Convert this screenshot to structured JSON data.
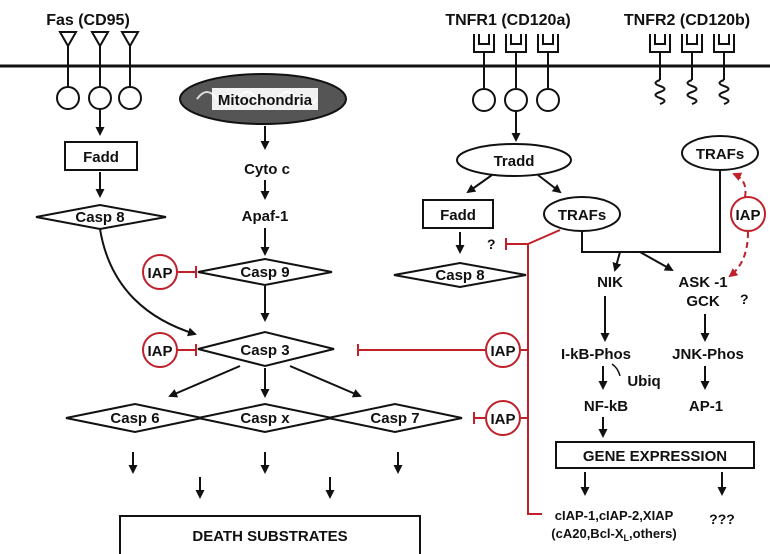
{
  "receptors": {
    "fas": "Fas (CD95)",
    "tnfr1": "TNFR1 (CD120a)",
    "tnfr2": "TNFR2 (CD120b)"
  },
  "nodes": {
    "mitochondria": "Mitochondria",
    "fadd_left": "Fadd",
    "casp8_left": "Casp 8",
    "cyto_c": "Cyto c",
    "apaf1": "Apaf-1",
    "casp9": "Casp 9",
    "casp3": "Casp 3",
    "casp6": "Casp 6",
    "caspx": "Casp x",
    "casp7": "Casp 7",
    "death_substrates": "DEATH SUBSTRATES",
    "tradd": "Tradd",
    "fadd_right": "Fadd",
    "trafs_mid": "TRAFs",
    "casp8_right": "Casp 8",
    "question_casp8": "?",
    "trafs_top": "TRAFs",
    "nik": "NIK",
    "ask1": "ASK -1",
    "gck": "GCK",
    "question_iap": "?",
    "ikb_phos": "I-kB-Phos",
    "ubiq": "Ubiq",
    "nfkb": "NF-kB",
    "jnk_phos": "JNK-Phos",
    "ap1": "AP-1",
    "gene_expression": "GENE EXPRESSION",
    "products_line1": "cIAP-1,cIAP-2,XIAP",
    "products_line2_a": "(cA20,Bcl-X",
    "products_line2_sub": "L",
    "products_line2_b": ",others)",
    "unknown_products": "???"
  },
  "iap": {
    "casp9": "IAP",
    "casp3": "IAP",
    "right_casp3": "IAP",
    "right_casp7": "IAP",
    "trafs": "IAP"
  },
  "colors": {
    "inhibition": "#c0202a",
    "ink": "#111111",
    "mitochondria_fill": "#555555"
  }
}
